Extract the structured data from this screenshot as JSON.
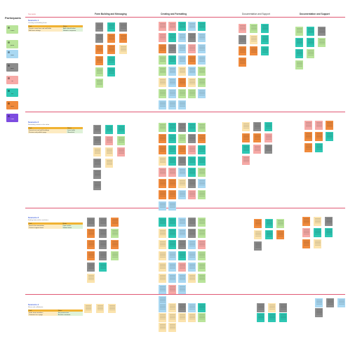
{
  "board": {
    "background": "#ffffff",
    "divider_color": "#e05a75"
  },
  "legend": {
    "title": "Participants",
    "items": [
      {
        "label": "Lorem",
        "color": "#b9e49a"
      },
      {
        "label": "Ipsum",
        "color": "#b9e49a"
      },
      {
        "label": "Dolor",
        "color": "#a9d8f2"
      },
      {
        "label": "Amet",
        "color": "#8c8c8c"
      },
      {
        "label": "Sit",
        "color": "#f6a9a6"
      },
      {
        "label": "Elit",
        "color": "#2ec7b3"
      },
      {
        "label": "Nunc",
        "color": "#f08a3c"
      },
      {
        "label": "Purus",
        "color": "#7d4ce0"
      }
    ]
  },
  "columns": {
    "category": "Scenario",
    "headers": [
      "Form Building and Messaging",
      "Creating and Formatting",
      "Documentation and Support",
      "Documentation and Support"
    ]
  },
  "scenarios": [
    {
      "title": "Scenario 1",
      "desc": "Creating and building forms",
      "table": {
        "headers": [
          "Task",
          "Notes"
        ],
        "rows": [
          [
            "Create a new form and add fields",
            "Add submit button"
          ],
          [
            "Edit form settings",
            "Submit a response"
          ]
        ]
      }
    },
    {
      "title": "Scenario 2",
      "desc": "Formatting content in the editor",
      "table": {
        "headers": [
          "Task",
          "Notes"
        ],
        "rows": [
          [
            "Format text and add headings",
            "Insert table"
          ],
          [
            "Preview and publish page",
            "Share link"
          ]
        ]
      }
    },
    {
      "title": "Scenario 3",
      "desc": "Finding help articles and docs",
      "table": {
        "headers": [
          "Task",
          "Notes"
        ],
        "rows": [
          [
            "Search documentation",
            "Open article"
          ],
          [
            "Contact support team",
            "Submit ticket"
          ]
        ]
      }
    },
    {
      "title": "Scenario 4",
      "desc": "Share and collaborate",
      "table": {
        "headers": [
          "Task",
          "Notes"
        ],
        "rows": [
          [
            "Invite team members",
            "Set permissions"
          ],
          [
            "Comment on a page",
            "Resolve comment"
          ]
        ]
      }
    }
  ]
}
